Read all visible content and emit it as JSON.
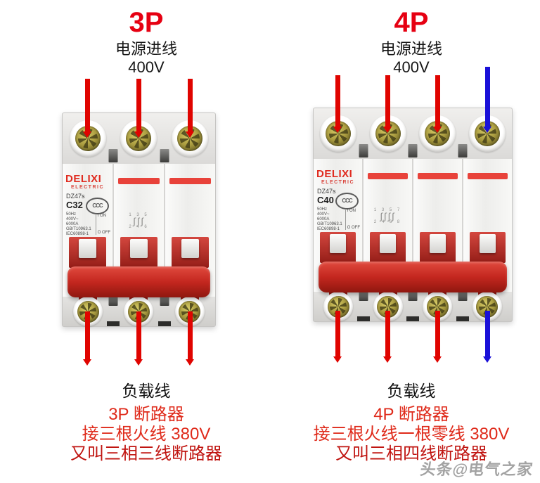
{
  "colors": {
    "accent_red": "#e60012",
    "desc_red": "#df2a1a",
    "desc_dark_red": "#c01410",
    "arrow_red": "#e00400",
    "arrow_blue": "#1a10d8",
    "handle_red": "#c4271f",
    "handle_dark_red": "#9c1b15",
    "watermark_grey": "#a3a3a3"
  },
  "left": {
    "heading": "3P",
    "supply_label": "电源进线",
    "supply_voltage": "400V",
    "load_label": "负载线",
    "desc": [
      "3P 断路器",
      "接三根火线 380V",
      "又叫三相三线断路器"
    ],
    "top_arrow_colors": [
      "red",
      "red",
      "red"
    ],
    "bottom_arrow_colors": [
      "red",
      "red",
      "red"
    ],
    "breaker": {
      "poles": 3,
      "brand": "DELIXI",
      "brand_sub": "ELECTRIC",
      "model": "DZ47s",
      "rating": "C32",
      "cert_mark": "CCC",
      "specs": [
        "50Hz",
        "400V~",
        "6000A",
        "GB/T10963.1",
        "IEC60898-1"
      ],
      "switch_on": "I ON",
      "switch_off": "O OFF",
      "contact_top": "1 3 5",
      "contact_bottom": "2 4 6"
    }
  },
  "right": {
    "heading": "4P",
    "supply_label": "电源进线",
    "supply_voltage": "400V",
    "load_label": "负载线",
    "desc": [
      "4P 断路器",
      "接三根火线一根零线 380V",
      "又叫三相四线断路器"
    ],
    "top_arrow_colors": [
      "red",
      "red",
      "red",
      "blue"
    ],
    "bottom_arrow_colors": [
      "red",
      "red",
      "red",
      "blue"
    ],
    "breaker": {
      "poles": 4,
      "brand": "DELIXI",
      "brand_sub": "ELECTRIC",
      "model": "DZ47s",
      "rating": "C40",
      "cert_mark": "CCC",
      "specs": [
        "50Hz",
        "400V~",
        "6000A",
        "GB/T10963.1",
        "IEC60898-1"
      ],
      "switch_on": "I ON",
      "switch_off": "O OFF",
      "contact_top": "1 3 5 7",
      "contact_bottom": "2 4 6 8"
    }
  },
  "watermark": "头条@电气之家"
}
